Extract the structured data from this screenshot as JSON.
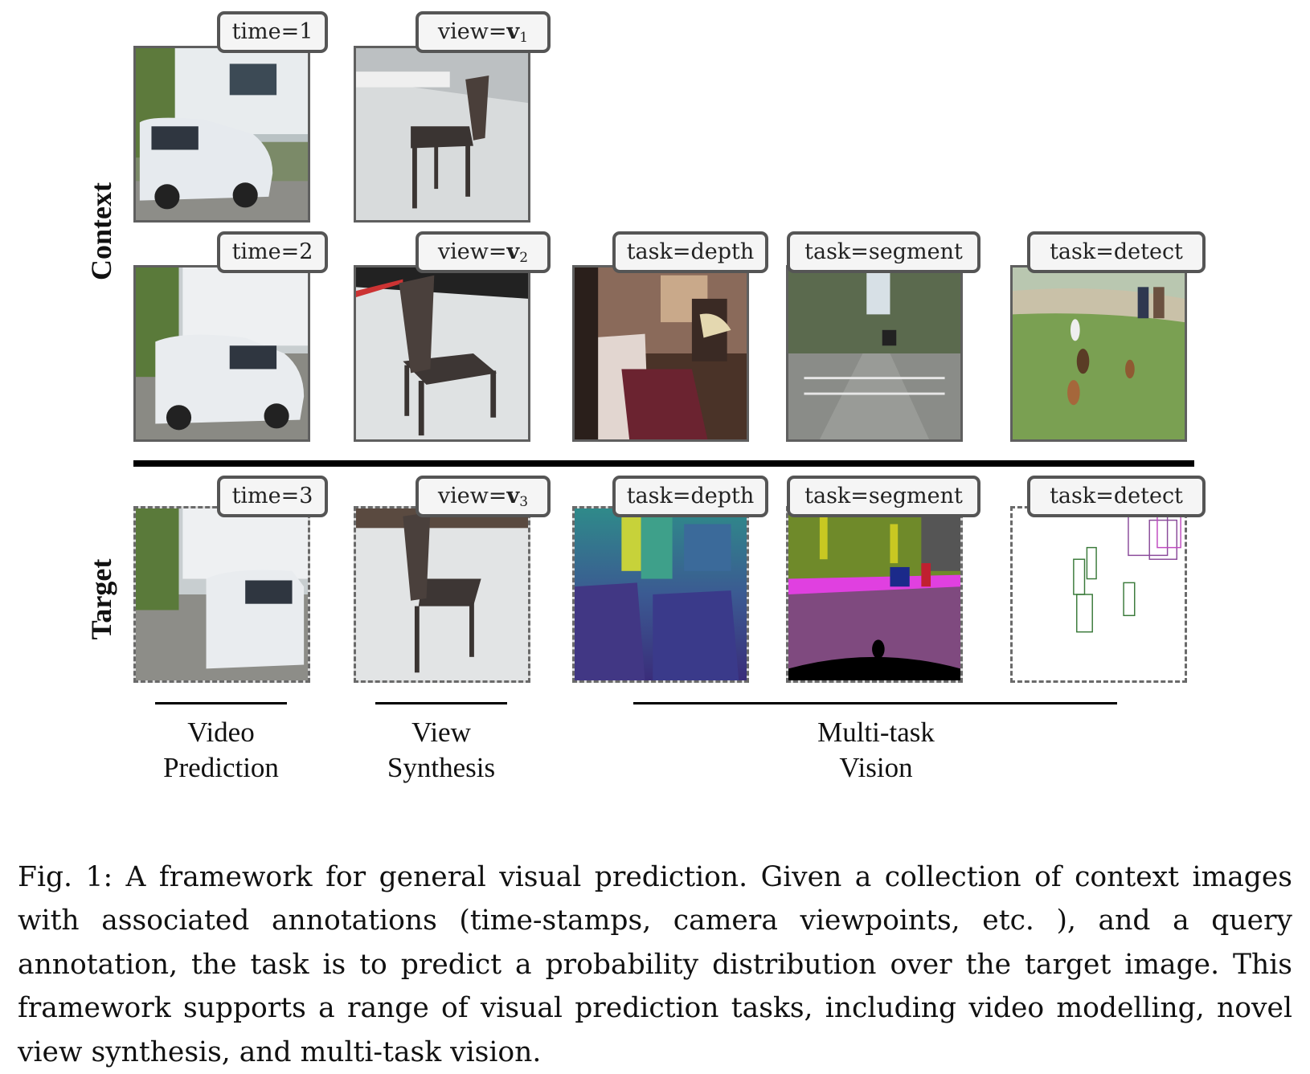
{
  "rows": {
    "context_label": "Context",
    "target_label": "Target"
  },
  "tags": {
    "time1": "time=1",
    "time2": "time=2",
    "time3": "time=3",
    "view_prefix": "view=",
    "view_bold": "v",
    "view1_sub": "1",
    "view2_sub": "2",
    "view3_sub": "3",
    "depth": "task=depth",
    "segment": "task=segment",
    "detect": "task=detect"
  },
  "groups": {
    "video": "Video\nPrediction",
    "view": "View\nSynthesis",
    "multitask": "Multi-task\nVision"
  },
  "caption": "Fig. 1: A framework for general visual prediction. Given a collection of context images with associated annotations (time-stamps, camera viewpoints, etc. ), and a query annotation, the task is to predict a probability distribution over the target image. This framework supports a range of visual prediction tasks, including video modelling, novel view synthesis, and multi-task vision."
}
